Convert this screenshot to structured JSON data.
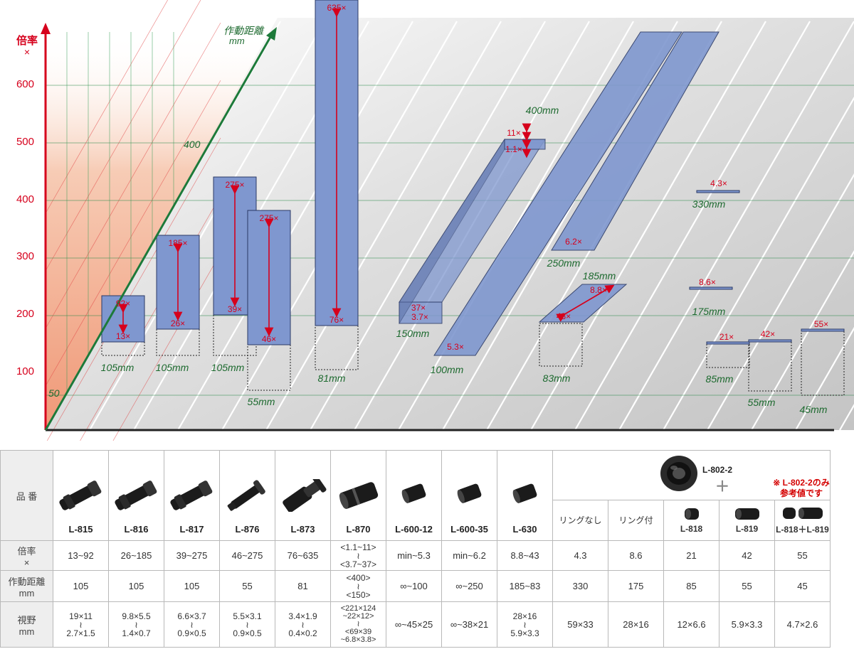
{
  "colors": {
    "magnification_axis": "#d6001c",
    "distance_axis": "#1d7a3a",
    "bar_fill": "#7f97cf",
    "bar_stroke": "#2b3a66",
    "arrow": "#d6001c",
    "label_green": "#1d6a2f"
  },
  "chart_data": {
    "type": "bar",
    "y_axis": {
      "label_line1": "倍率",
      "label_line2": "×",
      "ticks": [
        "100",
        "200",
        "300",
        "400",
        "500",
        "600"
      ],
      "range": [
        0,
        700
      ]
    },
    "depth_axis": {
      "label_line1": "作動距離",
      "label_line2": "mm",
      "ticks": [
        "50",
        "400"
      ]
    },
    "series": [
      {
        "model": "L-815",
        "mag_min": 13,
        "mag_max": 92,
        "min_label": "13×",
        "max_label": "92×",
        "distance_label": "105mm"
      },
      {
        "model": "L-816",
        "mag_min": 26,
        "mag_max": 185,
        "min_label": "26×",
        "max_label": "185×",
        "distance_label": "105mm"
      },
      {
        "model": "L-817",
        "mag_min": 39,
        "mag_max": 275,
        "min_label": "39×",
        "max_label": "275×",
        "distance_label": "105mm"
      },
      {
        "model": "L-876",
        "mag_min": 46,
        "mag_max": 275,
        "min_label": "46×",
        "max_label": "275×",
        "distance_label": "55mm"
      },
      {
        "model": "L-873",
        "mag_min": 76,
        "mag_max": 635,
        "min_label": "76×",
        "max_label": "635×",
        "distance_label": "81mm"
      },
      {
        "model": "L-870",
        "mag_min": 3.7,
        "mag_max": 37,
        "min_label": "3.7×",
        "max_label": "37×",
        "distance_label": "150mm",
        "upper_min_label": "1.1×",
        "upper_max_label": "11×",
        "upper_distance_label": "400mm"
      },
      {
        "model": "L-600-12",
        "mag_min": 0,
        "mag_max": 5.3,
        "max_label": "5.3×",
        "distance_label": "100mm"
      },
      {
        "model": "L-600-35",
        "mag_min": 0,
        "mag_max": 6.2,
        "max_label": "6.2×",
        "distance_label": "250mm"
      },
      {
        "model": "L-630",
        "mag_min": 8.8,
        "mag_max": 43,
        "min_label": "8.8×",
        "max_label": "43×",
        "distance_label": "83mm",
        "far_distance_label": "185mm"
      },
      {
        "model": "リングなし",
        "mag": 4.3,
        "label": "4.3×",
        "distance_label": "330mm"
      },
      {
        "model": "リング付",
        "mag": 8.6,
        "label": "8.6×",
        "distance_label": "175mm"
      },
      {
        "model": "L-818",
        "mag": 21,
        "label": "21×",
        "distance_label": "85mm"
      },
      {
        "model": "L-819",
        "mag": 42,
        "label": "42×",
        "distance_label": "55mm"
      },
      {
        "model": "L-818＋L-819",
        "mag": 55,
        "label": "55×",
        "distance_label": "45mm"
      }
    ]
  },
  "table": {
    "row_headers": {
      "model": "品 番",
      "mag_line1": "倍率",
      "mag_line2": "×",
      "wd_line1": "作動距離",
      "wd_line2": "mm",
      "fov_line1": "視野",
      "fov_line2": "mm"
    },
    "products": [
      {
        "name": "L-815",
        "mag": "13~92",
        "wd": "105",
        "fov_a": "19×11",
        "fov_sep": "≀",
        "fov_b": "2.7×1.5"
      },
      {
        "name": "L-816",
        "mag": "26~185",
        "wd": "105",
        "fov_a": "9.8×5.5",
        "fov_sep": "≀",
        "fov_b": "1.4×0.7"
      },
      {
        "name": "L-817",
        "mag": "39~275",
        "wd": "105",
        "fov_a": "6.6×3.7",
        "fov_sep": "≀",
        "fov_b": "0.9×0.5"
      },
      {
        "name": "L-876",
        "mag": "46~275",
        "wd": "55",
        "fov_a": "5.5×3.1",
        "fov_sep": "≀",
        "fov_b": "0.9×0.5"
      },
      {
        "name": "L-873",
        "mag": "76~635",
        "wd": "81",
        "fov_a": "3.4×1.9",
        "fov_sep": "≀",
        "fov_b": "0.4×0.2"
      },
      {
        "name": "L-870",
        "mag_a": "<1.1~11>",
        "mag_b": "<3.7~37>",
        "wd_a": "<400>",
        "wd_sep": "≀",
        "wd_b": "<150>",
        "fov_lines": [
          "<221×124",
          "~22×12>",
          "≀",
          "<69×39",
          "~6.8×3.8>"
        ]
      },
      {
        "name": "L-600-12",
        "mag": "min~5.3",
        "wd": "∞~100",
        "fov": "∞~45×25"
      },
      {
        "name": "L-600-35",
        "mag": "min~6.2",
        "wd": "∞~250",
        "fov": "∞~38×21"
      },
      {
        "name": "L-630",
        "mag": "8.8~43",
        "wd": "185~83",
        "fov_a": "28×16",
        "fov_sep": "≀",
        "fov_b": "5.9×3.3"
      }
    ],
    "ring_group": {
      "title": "L-802-2",
      "plus": "＋",
      "note_line1": "※ L-802-2のみ",
      "note_line2": "参考値です",
      "items": [
        {
          "name": "リングなし",
          "mag": "4.3",
          "wd": "330",
          "fov": "59×33"
        },
        {
          "name": "リング付",
          "mag": "8.6",
          "wd": "175",
          "fov": "28×16"
        },
        {
          "name": "L-818",
          "mag": "21",
          "wd": "85",
          "fov": "12×6.6"
        },
        {
          "name": "L-819",
          "mag": "42",
          "wd": "55",
          "fov": "5.9×3.3"
        },
        {
          "name": "L-818＋L-819",
          "mag": "55",
          "wd": "45",
          "fov": "4.7×2.6"
        }
      ]
    }
  }
}
